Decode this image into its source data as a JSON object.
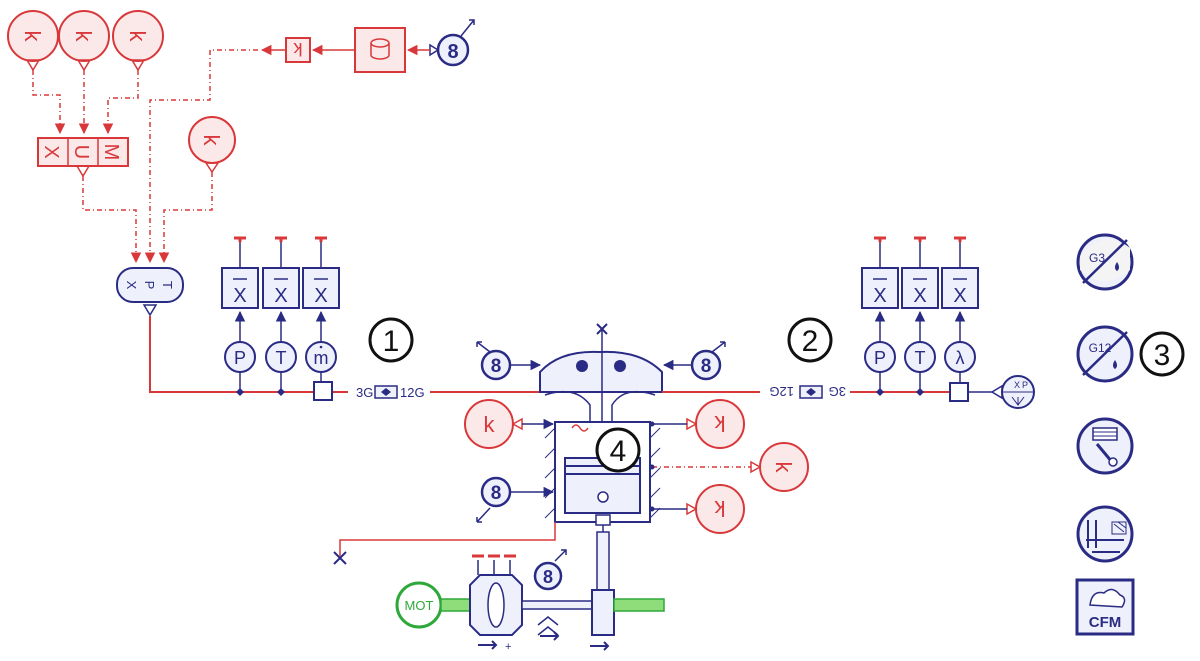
{
  "colors": {
    "red": "#d9383a",
    "red_fill": "#fbe9e9",
    "blue": "#2a2b84",
    "blue_fill": "#eef0fb",
    "green": "#2fa83a",
    "green_fill": "#8fdc7a",
    "black": "#111111"
  },
  "labels": {
    "k": "k",
    "eight": "8",
    "xbar": "X",
    "P": "P",
    "T": "T",
    "mdot": "m",
    "lambda": "λ",
    "mux_m": "M",
    "mux_u": "U",
    "mux_x": "X",
    "rx_T": "T",
    "rx_P": "P",
    "rx_X": "X",
    "left_3g": "3G",
    "left_12g": "12G",
    "right_12g": "12G",
    "right_3g": "3G",
    "mot": "MOT",
    "g3": "G3",
    "g12": "G12",
    "cfm": "CFM",
    "px_p": "P",
    "px_x": "X",
    "small_k": "k"
  },
  "callouts": [
    "1",
    "2",
    "3",
    "4"
  ],
  "icons": [
    "burn-g3-icon",
    "burn-g12-icon",
    "piston-pin-icon",
    "cylinder-wall-icon",
    "cfm-icon"
  ]
}
